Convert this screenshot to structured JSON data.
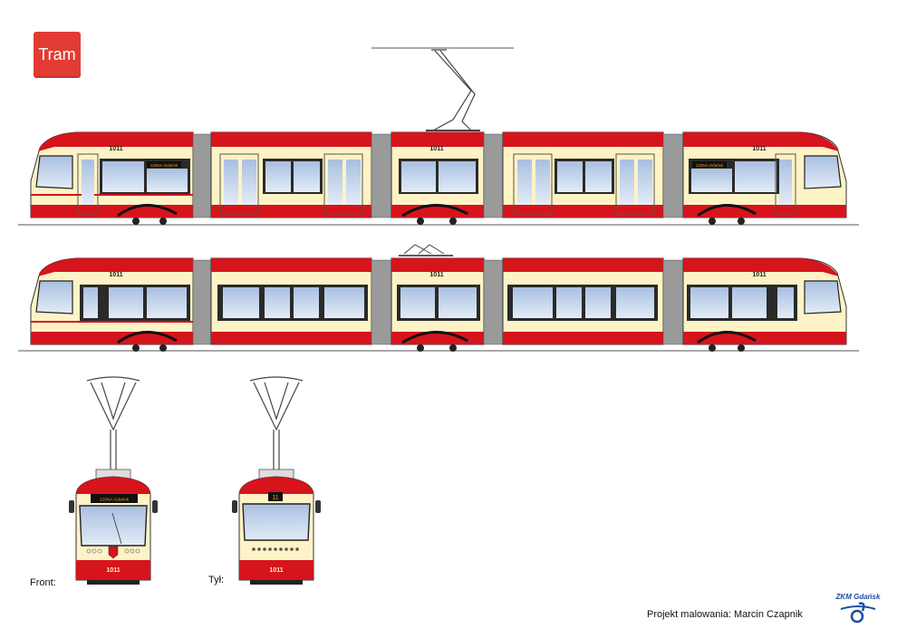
{
  "badge": {
    "label": "Tram"
  },
  "tram": {
    "fleet_number": "1011",
    "destination_sign": "120NA Gdańsk",
    "rear_route_number": "11"
  },
  "views": {
    "front_label": "Front:",
    "rear_label": "Tył:"
  },
  "credit": "Projekt malowania: Marcin Czapnik",
  "logo": {
    "text": "ZKM Gdańsk",
    "icon": "zkm-logo-icon"
  },
  "colors": {
    "red": "#d6141c",
    "cream": "#fdf3c6",
    "window": "#c9d9ef",
    "bellow": "#9a9a9a"
  }
}
